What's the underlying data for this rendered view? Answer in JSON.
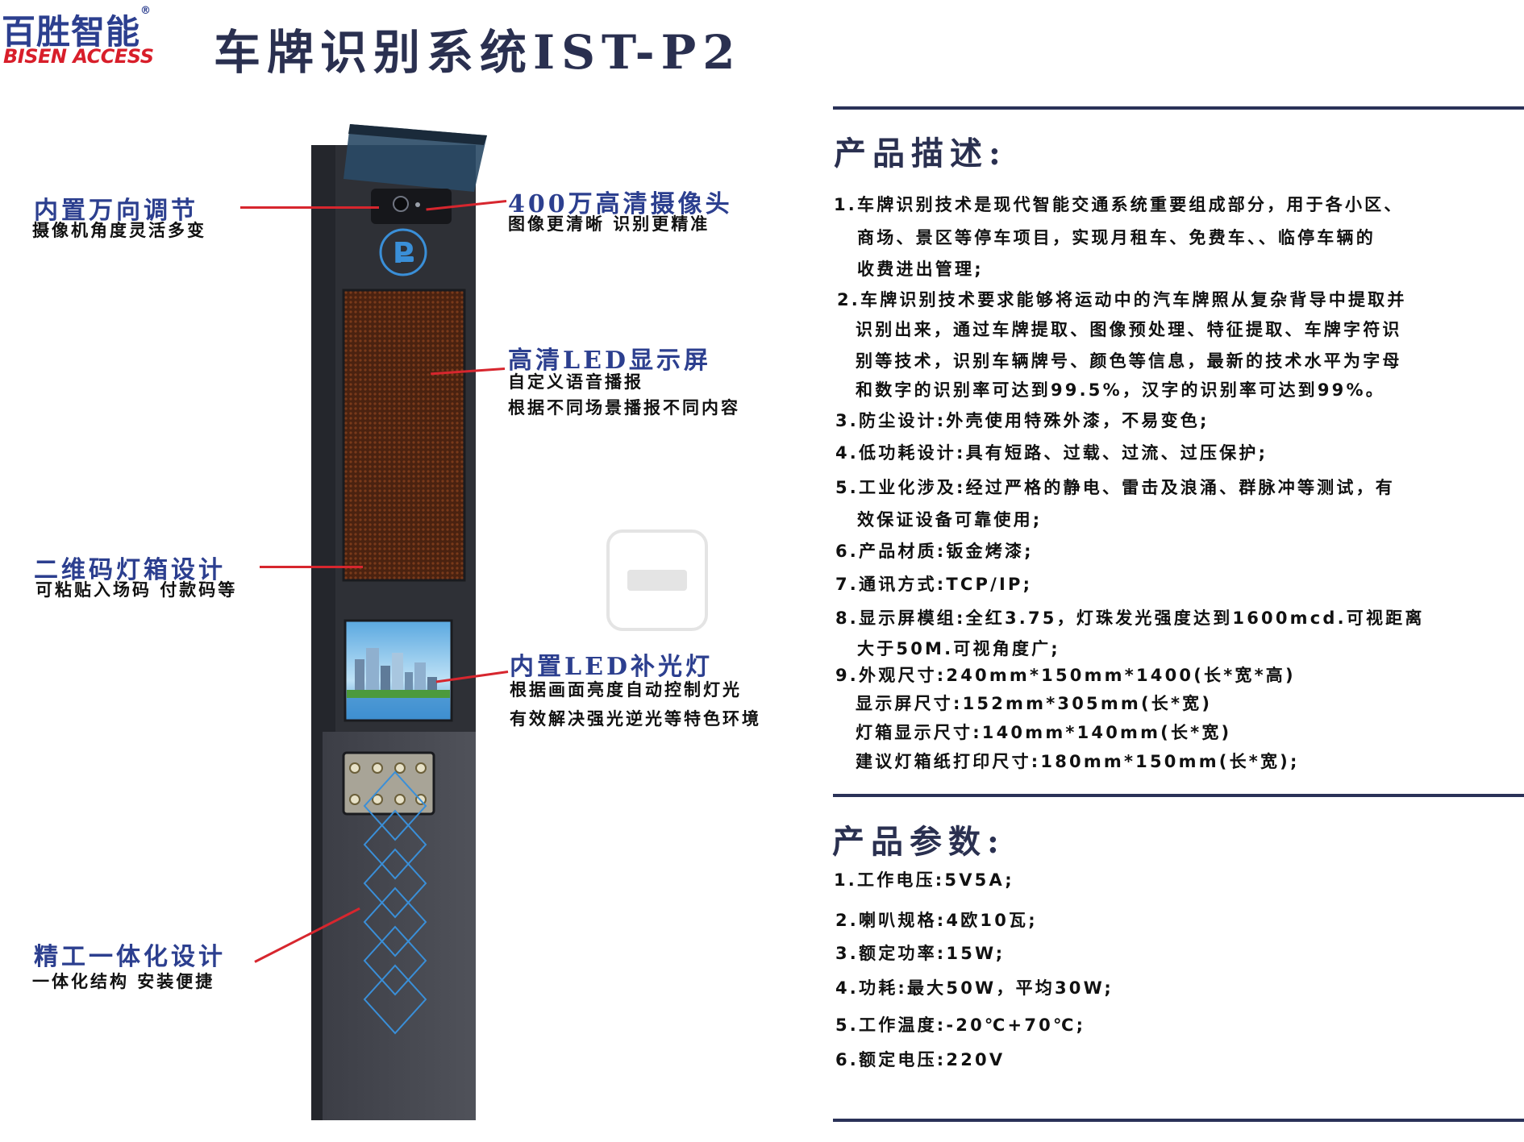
{
  "header": {
    "logo_cn": "百胜智能",
    "logo_en": "BISEN ACCESS",
    "title": "车牌识别系统IST-P2"
  },
  "features": [
    {
      "title": "内置万向调节",
      "desc": [
        "摄像机角度灵活多变"
      ]
    },
    {
      "title": "400万高清摄像头",
      "desc": [
        "图像更清晰 识别更精准"
      ]
    },
    {
      "title": "高清LED显示屏",
      "desc": [
        "自定义语音播报",
        "根据不同场景播报不同内容"
      ]
    },
    {
      "title": "二维码灯箱设计",
      "desc": [
        "可粘贴入场码 付款码等"
      ]
    },
    {
      "title": "内置LED补光灯",
      "desc": [
        "根据画面亮度自动控制灯光",
        "有效解决强光逆光等特色环境"
      ]
    },
    {
      "title": "精工一体化设计",
      "desc": [
        "一体化结构 安装便捷"
      ]
    }
  ],
  "description": {
    "title": "产品描述:",
    "lines": [
      "1.车牌识别技术是现代智能交通系统重要组成部分，用于各小区、",
      "商场、景区等停车项目，实现月租车、免费车、、临停车辆的",
      "收费进出管理;",
      "2.车牌识别技术要求能够将运动中的汽车牌照从复杂背导中提取并",
      "识别出来，通过车牌提取、图像预处理、特征提取、车牌字符识",
      "别等技术，识别车辆牌号、颜色等信息，最新的技术水平为字母",
      "和数字的识别率可达到99.5%，汉字的识别率可达到99%。",
      "3.防尘设计:外壳使用特殊外漆，不易变色;",
      "4.低功耗设计:具有短路、过载、过流、过压保护;",
      "5.工业化涉及:经过严格的静电、雷击及浪涌、群脉冲等测试，有",
      "效保证设备可靠使用;",
      "6.产品材质:钣金烤漆;",
      "7.通讯方式:TCP/IP;",
      "8.显示屏模组:全红3.75，灯珠发光强度达到1600mcd.可视距离",
      "大于50M.可视角度广;",
      "9.外观尺寸:240mm*150mm*1400(长*宽*高)",
      "显示屏尺寸:152mm*305mm(长*宽)",
      "灯箱显示尺寸:140mm*140mm(长*宽)",
      "建议灯箱纸打印尺寸:180mm*150mm(长*宽);"
    ]
  },
  "parameters": {
    "title": "产品参数:",
    "lines": [
      "1.工作电压:5V5A;",
      "2.喇叭规格:4欧10瓦;",
      "3.额定功率:15W;",
      "4.功耗:最大50W，平均30W;",
      "5.工作温度:-20℃+70℃;",
      "6.额定电压:220V"
    ]
  },
  "icons": {
    "parking": "parking-car-icon",
    "camera": "camera-lens-icon",
    "watermark": "watermark-logo-icon"
  },
  "colors": {
    "brand_blue": "#2c3f8f",
    "brand_red": "#d81e2a",
    "leader_red": "#d7262e",
    "rule_navy": "#2a3258",
    "pillar_dark": "#32343c",
    "led_amber": "#5a2a12",
    "pattern_blue": "#3a8fd8"
  }
}
